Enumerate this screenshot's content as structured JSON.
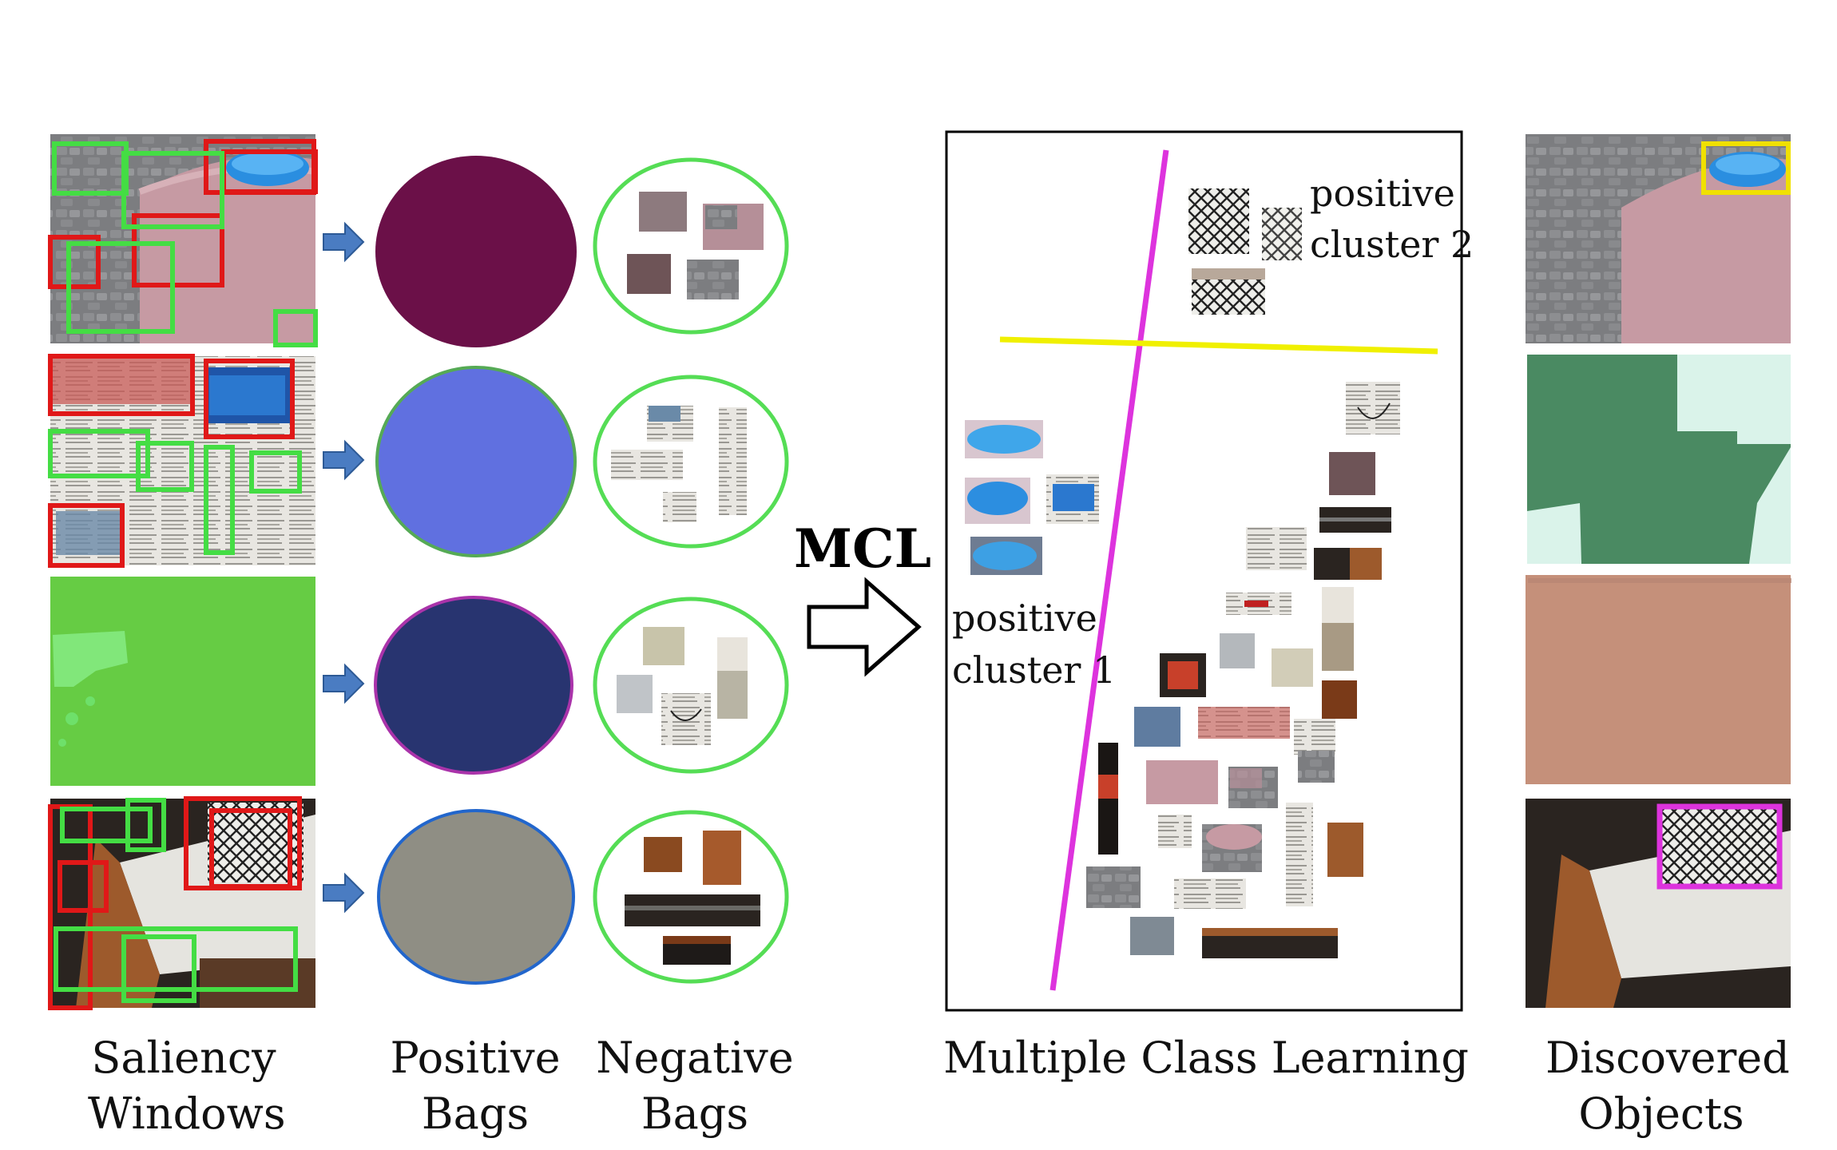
{
  "captions": {
    "saliency": [
      "Saliency",
      "Windows"
    ],
    "positive_bags": [
      "Positive",
      "Bags"
    ],
    "negative_bags": [
      "Negative",
      "Bags"
    ],
    "mcl_panel": "Multiple Class Learning",
    "discovered": [
      "Discovered",
      "Objects"
    ]
  },
  "arrow_label": "MCL",
  "cluster_labels": {
    "cluster2": [
      "positive",
      "cluster 2"
    ],
    "cluster1": [
      "positive",
      "cluster 1"
    ]
  },
  "colors": {
    "positive_window": "#e01818",
    "negative_window": "#44dd44",
    "bag_ring": "#55dd55",
    "separator_1": "#dd33dd",
    "separator_2": "#f0f000",
    "found_box_1": "#f0e000",
    "found_box_2": "#dd33dd",
    "bag_fill_1": "#6b1048",
    "bag_fill_2": "#6070e0",
    "bag_fill_3": "#283470",
    "bag_fill_4": "#8f8e84",
    "bag_border_1": "#6b1048",
    "bag_border_2": "#55aa55",
    "bag_border_3": "#aa33aa",
    "bag_border_4": "#2266cc",
    "segment_2a": "#4a8a62",
    "segment_2b": "#daf3ea",
    "segment_3": "#c5907a",
    "saliency_3": "#66cc44"
  }
}
